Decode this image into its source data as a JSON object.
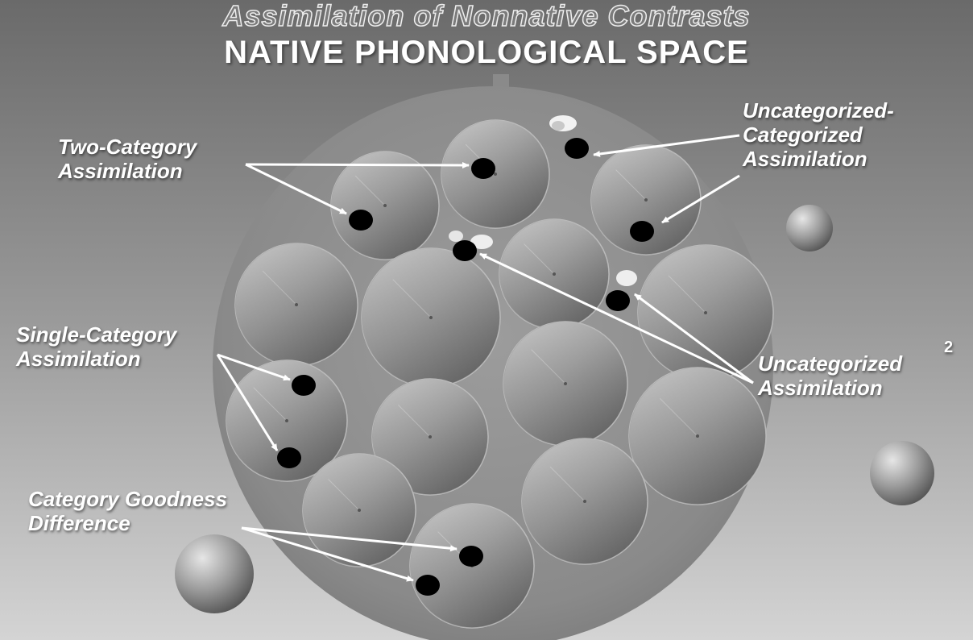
{
  "title": "Assimilation of Nonnative Contrasts",
  "subtitle": "NATIVE PHONOLOGICAL SPACE",
  "labels": {
    "two_category": [
      "Two-Category",
      "Assimilation"
    ],
    "single_category": [
      "Single-Category",
      "Assimilation"
    ],
    "category_goodness": [
      "Category Goodness",
      "Difference"
    ],
    "uncategorized_categorized": [
      "Uncategorized-",
      "Categorized",
      "Assimilation"
    ],
    "uncategorized": [
      "Uncategorized",
      "Assimilation"
    ],
    "uncategorized_superscript": "2"
  },
  "colors": {
    "background_top": "#6e6e6e",
    "background_bottom": "#d2d2d2",
    "disc": "#8e8e8e",
    "dot": "#000000",
    "arrow": "#ffffff"
  }
}
